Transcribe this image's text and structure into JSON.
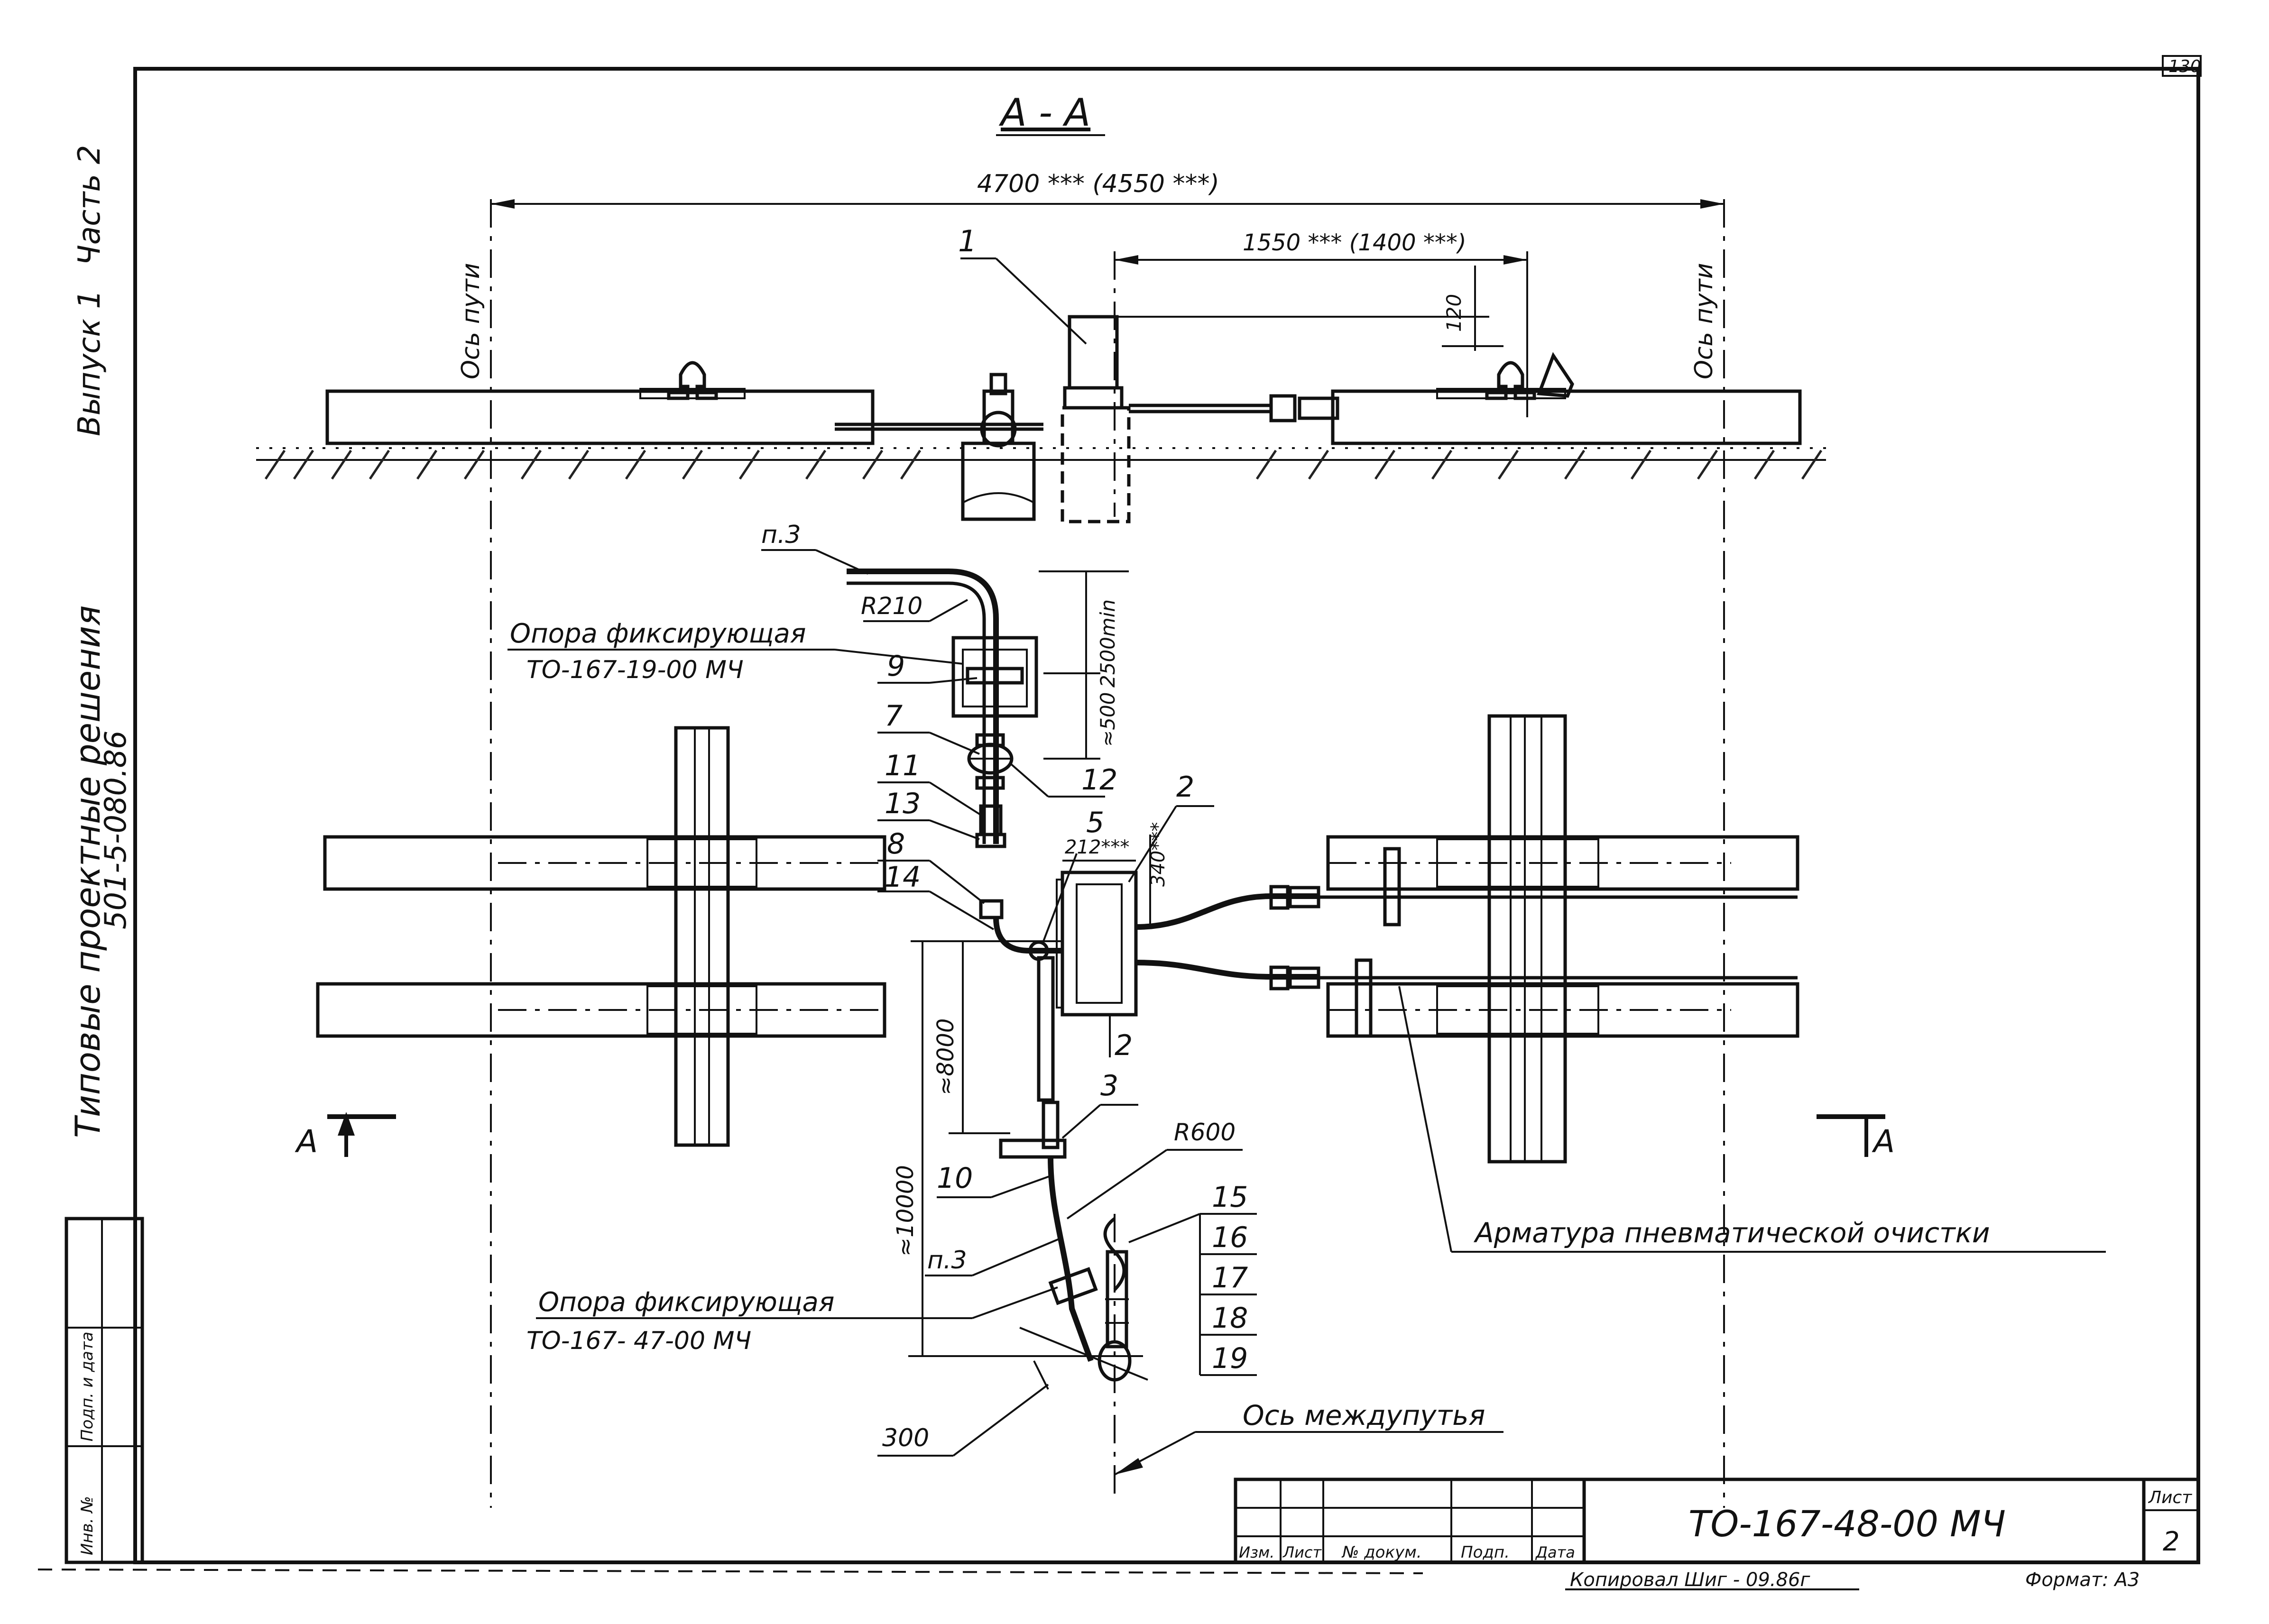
{
  "sheet_corner_number": "130",
  "side_title": {
    "line1": "Типовые   проектные   решения",
    "line2": "501-5-080.86",
    "part1": "Выпуск 1",
    "part2": "Часть 2"
  },
  "section_label": "A - A",
  "dimensions": {
    "overall": "4700 *** (4550 ***)",
    "rail_offset": "1550 *** (1400 ***)",
    "h120": "120",
    "l2500": "2500min",
    "l500": "≈500",
    "l212": "212***",
    "l340": "340***",
    "l8000": "≈8000",
    "l10000": "≈10000",
    "l300": "300",
    "r210": "R210",
    "r600": "R600"
  },
  "axes": {
    "track_left": "Ось пути",
    "track_right": "Ось пути",
    "between_tracks": "Ось междупутья"
  },
  "callouts": {
    "n3_top": "п.3",
    "n3_bottom": "п.3",
    "support_top_title": "Опора фиксирующая",
    "support_top_code": "ТО-167-19-00 МЧ",
    "support_bottom_title": "Опора фиксирующая",
    "support_bottom_code": "ТО-167- 47-00 МЧ",
    "armature": "Арматура пневматической очистки"
  },
  "positions": [
    "1",
    "9",
    "7",
    "11",
    "13",
    "8",
    "14",
    "12",
    "5",
    "2",
    "2",
    "3",
    "10",
    "15",
    "16",
    "17",
    "18",
    "19"
  ],
  "cut_markers": {
    "left": "A",
    "right": "A"
  },
  "stamp": {
    "col_izm": "Изм.",
    "col_list": "Лист",
    "col_doc": "№ докум.",
    "col_sign": "Подп.",
    "col_date": "Дата",
    "code": "ТО-167-48-00 МЧ",
    "sheet_label": "Лист",
    "sheet_no": "2"
  },
  "left_strip": {
    "inv": "Инв. №",
    "sign_date": "Подп. и дата"
  },
  "footer": {
    "copied": "Копировал  Шиг - 09.86г",
    "format": "Формат: А3"
  }
}
